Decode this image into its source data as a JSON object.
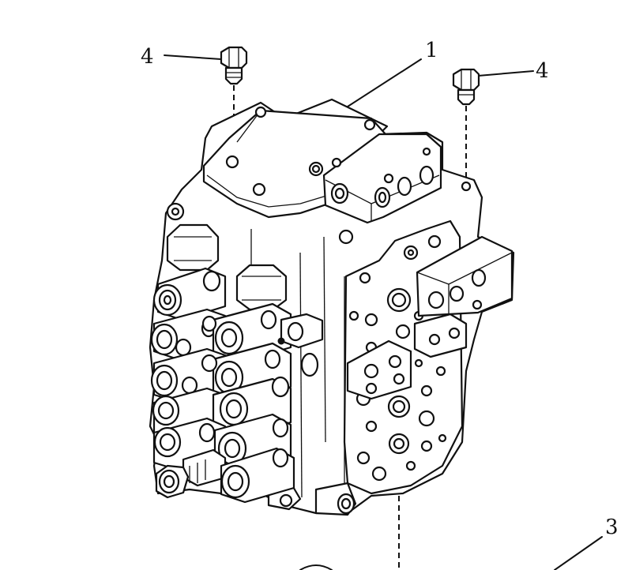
{
  "diagram": {
    "callouts": [
      {
        "id": "callout-1",
        "label": "1"
      },
      {
        "id": "callout-3",
        "label": "3"
      },
      {
        "id": "callout-4-left",
        "label": "4"
      },
      {
        "id": "callout-4-right",
        "label": "4"
      }
    ],
    "line_color": "#111111",
    "background": "#ffffff"
  }
}
